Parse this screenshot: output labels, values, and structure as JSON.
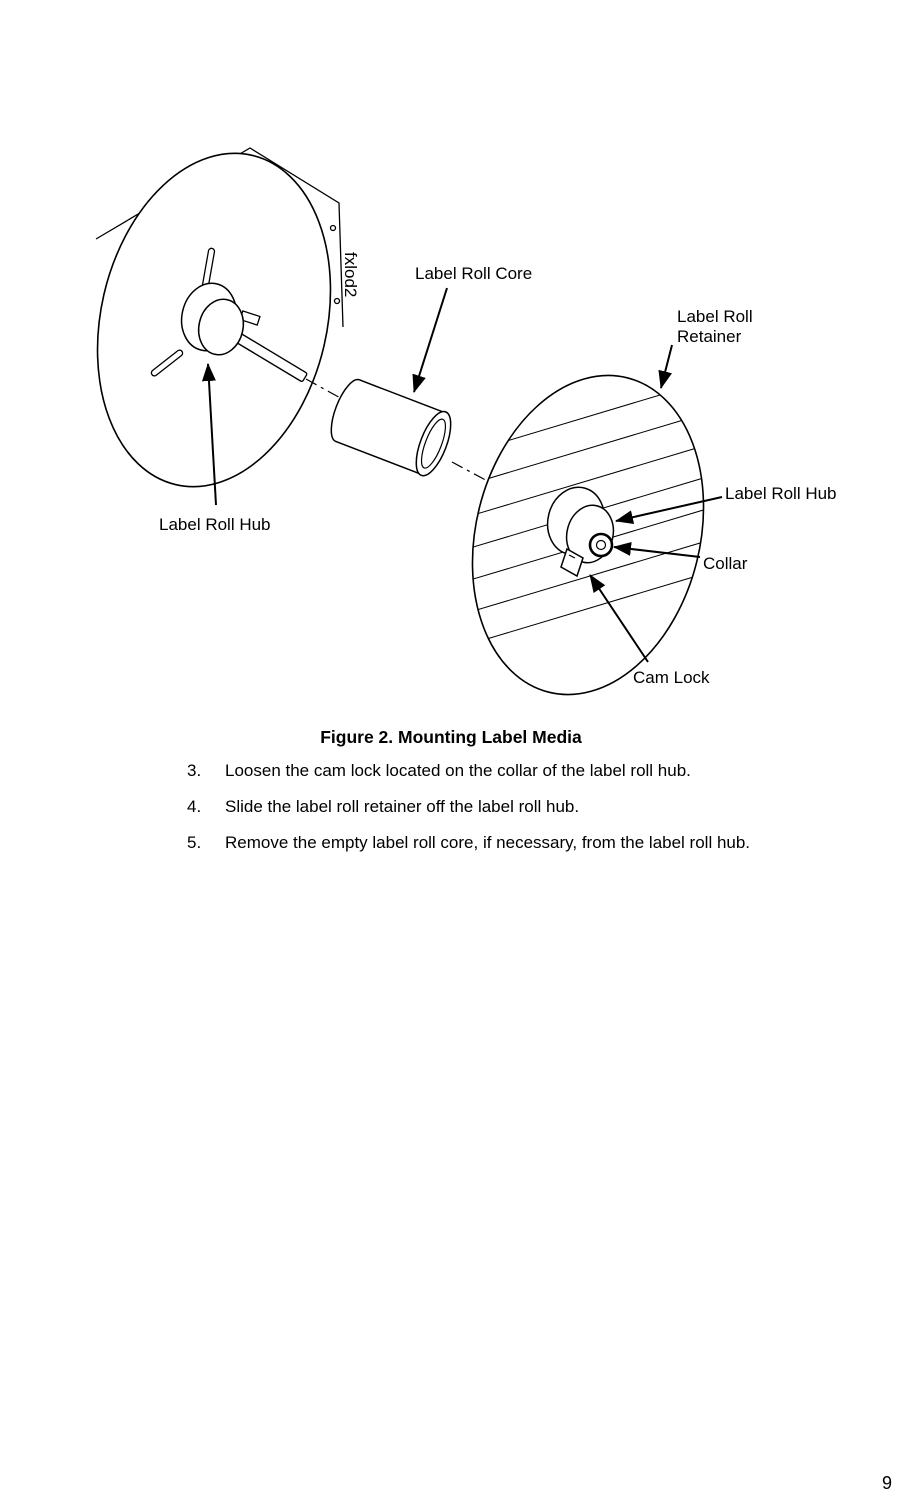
{
  "page": {
    "number": "9"
  },
  "figure": {
    "caption": "Figure 2. Mounting Label Media",
    "drawing_code": "fxlod2",
    "labels": {
      "core": "Label Roll Core",
      "retainer1": "Label Roll",
      "retainer2": "Retainer",
      "hub_right": "Label Roll Hub",
      "collar": "Collar",
      "cam_lock": "Cam Lock",
      "hub_left": "Label Roll Hub"
    }
  },
  "steps": [
    {
      "num": "3.",
      "text": "Loosen the cam lock located on the collar of the label roll hub."
    },
    {
      "num": "4.",
      "text": "Slide the label roll retainer off the label roll hub."
    },
    {
      "num": "5.",
      "text": "Remove the empty label roll core, if necessary, from the label roll hub."
    }
  ]
}
